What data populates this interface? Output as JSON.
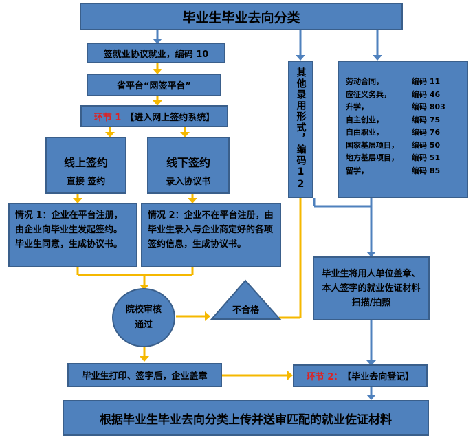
{
  "title": "毕业生毕业去向分类",
  "sign_agreement": "签就业协议就业，编码 10",
  "platform": "省平台“网签平台”",
  "step1": {
    "label": "环节 1",
    "text": "【进入网上签约系统】"
  },
  "online": {
    "title": "线上签约",
    "sub": "直接  签约"
  },
  "offline": {
    "title": "线下签约",
    "sub": "录入协议书"
  },
  "case1": "情况 1：企业在平台注册，由企业向毕业生发起签约。毕业生同意，生成协议书。",
  "case2": "情况 2：企业不在平台注册，由毕业生录入与企业商定好的各项签约信息，生成协议书。",
  "other_record": "其他录用形式，编码12",
  "categories": [
    {
      "name": "劳动合同，",
      "code": "编码 11"
    },
    {
      "name": "应征义务兵，",
      "code": "编码 46"
    },
    {
      "name": "升学，",
      "code": "编码 803"
    },
    {
      "name": "自主创业，",
      "code": "编码 75"
    },
    {
      "name": "自由职业，",
      "code": "编码 76"
    },
    {
      "name": "国家基层项目，",
      "code": "编码 50"
    },
    {
      "name": "地方基层项目，",
      "code": "编码 51"
    },
    {
      "name": "留学，",
      "code": "编码 85"
    }
  ],
  "scan_box": "毕业生将用人单位盖章、本人签字的就业佐证材料扫描/拍照",
  "school_review": "院校审核通过",
  "unqualified": "不合格",
  "print_box": "毕业生打印、签字后，企业盖章",
  "step2": {
    "label": "环节 2：",
    "text": "【毕业去向登记】"
  },
  "bottom": "根据毕业生毕业去向分类上传并送审匹配的就业佐证材料",
  "colors": {
    "box_fill": "#4f81bd",
    "box_border": "#3a5f8b",
    "line_blue": "#4f81bd",
    "line_gold": "#f5b800",
    "red_text": "#e02020"
  }
}
